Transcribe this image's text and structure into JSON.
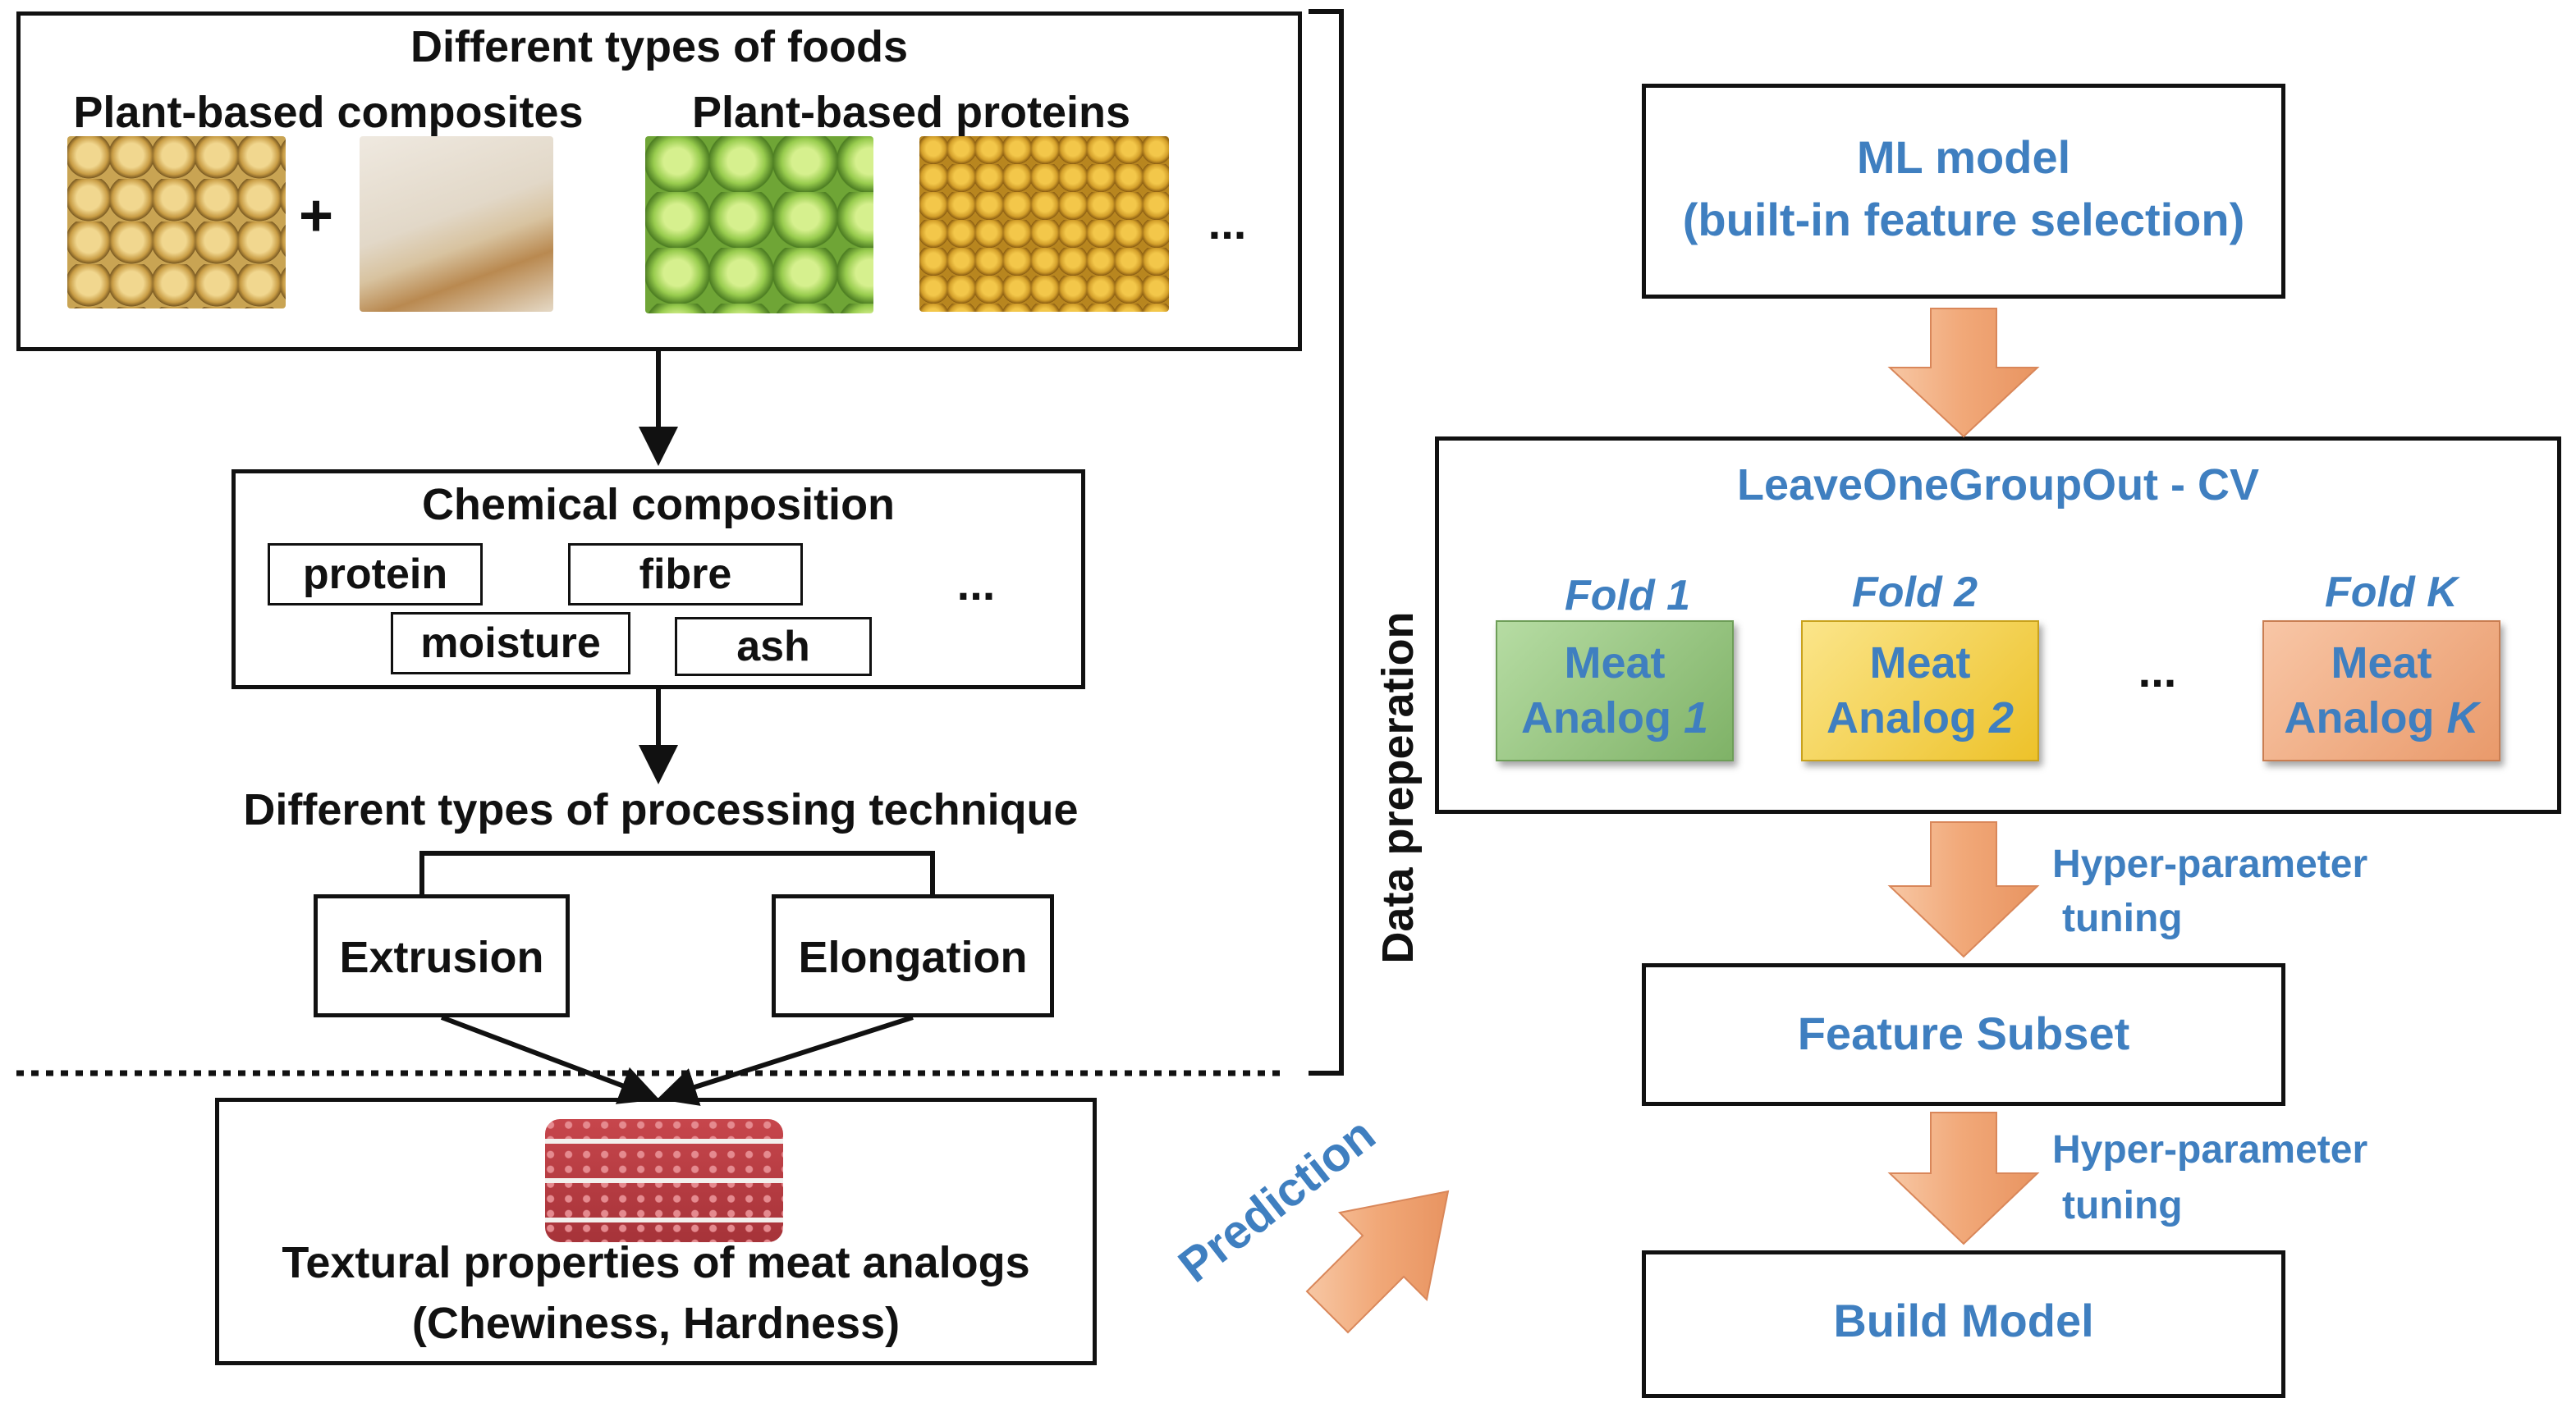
{
  "foods": {
    "title": "Different types of foods",
    "composites_label": "Plant-based composites",
    "proteins_label": "Plant-based proteins",
    "plus": "+",
    "ellipsis": "..."
  },
  "chemical": {
    "title": "Chemical composition",
    "items": [
      "protein",
      "fibre",
      "moisture",
      "ash"
    ],
    "ellipsis": "..."
  },
  "processing": {
    "title": "Different types of processing technique",
    "options": [
      "Extrusion",
      "Elongation"
    ]
  },
  "texture": {
    "title": "Textural properties of meat analogs",
    "subtitle": "(Chewiness, Hardness)"
  },
  "side_label": "Data preperation",
  "prediction_label": "Prediction",
  "pipeline": {
    "ml_model_line1": "ML model",
    "ml_model_line2": "(built-in feature selection)",
    "cv_title": "LeaveOneGroupOut - CV",
    "folds": [
      {
        "label": "Fold 1",
        "line1": "Meat",
        "line2": "Analog",
        "index": "1",
        "color": "#8fc27a"
      },
      {
        "label": "Fold 2",
        "line1": "Meat",
        "line2": "Analog",
        "index": "2",
        "color": "#f2cf3c"
      },
      {
        "label": "Fold K",
        "line1": "Meat",
        "line2": "Analog",
        "index": "K",
        "color": "#eea073"
      }
    ],
    "folds_ellipsis": "...",
    "tuning1_line1": "Hyper-parameter",
    "tuning1_line2": "tuning",
    "feature_subset": "Feature Subset",
    "tuning2_line1": "Hyper-parameter",
    "tuning2_line2": "tuning",
    "build_model": "Build Model"
  },
  "colors": {
    "accent_text": "#3f7fc0",
    "arrow_fill": "#f4b183",
    "border": "#111111"
  }
}
